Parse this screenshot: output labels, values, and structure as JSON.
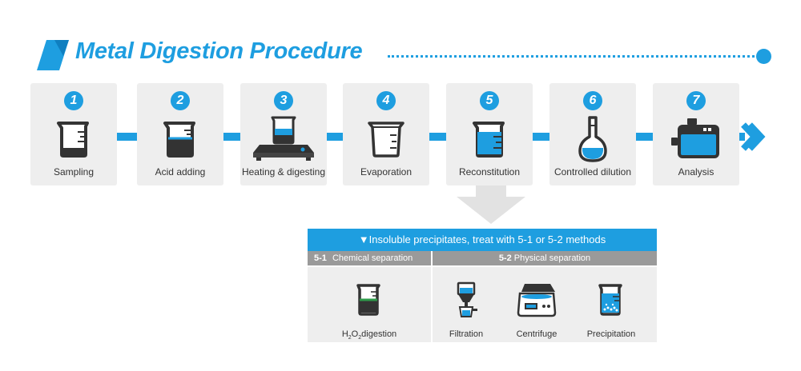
{
  "title": "Metal Digestion Procedure",
  "colors": {
    "accent": "#1e9ee0",
    "card": "#eeeeee",
    "icon_dark": "#333333",
    "subhead_gray": "#9a9a9a",
    "liquid_green": "#2e9a4a"
  },
  "steps": [
    {
      "number": "1",
      "label": "Sampling",
      "icon": "beaker-empty-icon"
    },
    {
      "number": "2",
      "label": "Acid adding",
      "icon": "beaker-liquid-icon"
    },
    {
      "number": "3",
      "label": "Heating & digesting",
      "icon": "hotplate-beaker-icon"
    },
    {
      "number": "4",
      "label": "Evaporation",
      "icon": "crucible-icon"
    },
    {
      "number": "5",
      "label": "Reconstitution",
      "icon": "beaker-full-icon"
    },
    {
      "number": "6",
      "label": "Controlled dilution",
      "icon": "volumetric-flask-icon"
    },
    {
      "number": "7",
      "label": "Analysis",
      "icon": "analyzer-instrument-icon"
    }
  ],
  "insoluble": {
    "header": "▼Insoluble precipitates, treat with 5-1 or 5-2 methods",
    "chemical": {
      "code": "5-1",
      "title": "Chemical separation",
      "items": [
        {
          "label_main": "H",
          "label_sub1": "2",
          "label_mid": "O",
          "label_sub2": "2",
          "label_tail": "digestion",
          "icon": "beaker-green-icon"
        }
      ]
    },
    "physical": {
      "code": "5-2",
      "title": "Physical separation",
      "items": [
        {
          "label": "Filtration",
          "icon": "filtration-funnel-icon"
        },
        {
          "label": "Centrifuge",
          "icon": "centrifuge-icon"
        },
        {
          "label": "Precipitation",
          "icon": "beaker-precipitate-icon"
        }
      ]
    }
  }
}
